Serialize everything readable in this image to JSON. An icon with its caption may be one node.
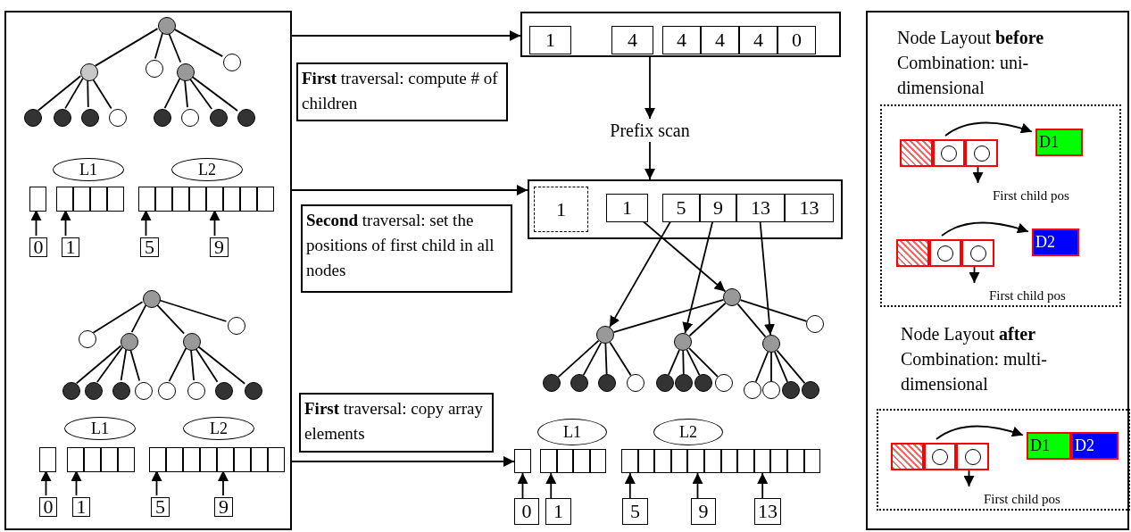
{
  "diagram": {
    "nodes": [
      {
        "text": [],
        "shape": "box"
      },
      {
        "text": [],
        "shape": "circle",
        "in": 0
      },
      {
        "text": [],
        "shape": "circle",
        "in": 0
      },
      {
        "text": [],
        "shape": "circle",
        "in": 0
      },
      {
        "text": [],
        "shape": "circle",
        "in": 0
      },
      {
        "text": [],
        "shape": "circle",
        "in": 0
      },
      {
        "text": [],
        "shape": "circle",
        "in": 0
      },
      {
        "text": [],
        "shape": "circle",
        "in": 0
      },
      {
        "text": [],
        "shape": "circle",
        "in": 0
      },
      {
        "text": [],
        "shape": "circle",
        "in": 0
      },
      {
        "text": [],
        "shape": "circle",
        "in": 0
      },
      {
        "text": [],
        "shape": "circle",
        "in": 0
      },
      {
        "text": [],
        "shape": "circle",
        "in": 0
      },
      {
        "text": [],
        "shape": "circle",
        "in": 0
      },
      {
        "text": [
          "L1"
        ],
        "in": 0
      },
      {
        "text": [
          "L2"
        ],
        "in": 0
      },
      {
        "text": [],
        "shape": "box",
        "in": 0
      },
      {
        "text": [],
        "shape": "box",
        "in": 0
      },
      {
        "text": [],
        "shape": "box",
        "in": 0
      },
      {
        "text": [],
        "shape": "box",
        "in": 0
      },
      {
        "text": [],
        "shape": "box",
        "in": 0
      },
      {
        "text": [],
        "shape": "box",
        "in": 0
      },
      {
        "text": [],
        "shape": "box",
        "in": 0
      },
      {
        "text": [],
        "shape": "box",
        "in": 0
      },
      {
        "text": [],
        "shape": "box",
        "in": 0
      },
      {
        "text": [],
        "shape": "box",
        "in": 0
      },
      {
        "text": [],
        "shape": "box",
        "in": 0
      },
      {
        "text": [],
        "shape": "box",
        "in": 0
      },
      {
        "text": [],
        "shape": "box",
        "in": 0
      },
      {
        "text": [
          "0"
        ],
        "in": 0
      },
      {
        "text": [
          "1"
        ],
        "in": 0
      },
      {
        "text": [
          "5"
        ],
        "in": 0
      },
      {
        "text": [
          "9"
        ],
        "in": 0
      },
      {
        "text": [],
        "shape": "circle",
        "in": 0
      },
      {
        "text": [],
        "shape": "circle",
        "in": 0
      },
      {
        "text": [],
        "shape": "circle",
        "in": 0
      },
      {
        "text": [],
        "shape": "circle",
        "in": 0
      },
      {
        "text": [],
        "shape": "circle",
        "in": 0
      },
      {
        "text": [],
        "shape": "circle",
        "in": 0
      },
      {
        "text": [],
        "shape": "circle",
        "in": 0
      },
      {
        "text": [],
        "shape": "circle",
        "in": 0
      },
      {
        "text": [],
        "shape": "circle",
        "in": 0
      },
      {
        "text": [],
        "shape": "circle",
        "in": 0
      },
      {
        "text": [],
        "shape": "circle",
        "in": 0
      },
      {
        "text": [],
        "shape": "circle",
        "in": 0
      },
      {
        "text": [],
        "shape": "circle",
        "in": 0
      },
      {
        "text": [
          "L1"
        ],
        "in": 0
      },
      {
        "text": [
          "L2"
        ],
        "in": 0
      },
      {
        "text": [],
        "shape": "box",
        "in": 0
      },
      {
        "text": [],
        "shape": "box",
        "in": 0
      },
      {
        "text": [],
        "shape": "box",
        "in": 0
      },
      {
        "text": [],
        "shape": "box",
        "in": 0
      },
      {
        "text": [],
        "shape": "box",
        "in": 0
      },
      {
        "text": [],
        "shape": "box",
        "in": 0
      },
      {
        "text": [],
        "shape": "box",
        "in": 0
      },
      {
        "text": [],
        "shape": "box",
        "in": 0
      },
      {
        "text": [],
        "shape": "box",
        "in": 0
      },
      {
        "text": [],
        "shape": "box",
        "in": 0
      },
      {
        "text": [],
        "shape": "box",
        "in": 0
      },
      {
        "text": [],
        "shape": "box",
        "in": 0
      },
      {
        "text": [],
        "shape": "box",
        "in": 0
      },
      {
        "text": [
          "0"
        ],
        "in": 0
      },
      {
        "text": [
          "1"
        ],
        "in": 0
      },
      {
        "text": [
          "5"
        ],
        "in": 0
      },
      {
        "text": [
          "9"
        ],
        "in": 0
      },
      {
        "text": [],
        "shape": "box"
      },
      {
        "text": [
          "1"
        ],
        "in": 65
      },
      {
        "text": [
          "4"
        ],
        "in": 65
      },
      {
        "text": [
          "4"
        ],
        "in": 65
      },
      {
        "text": [
          "4"
        ],
        "in": 65
      },
      {
        "text": [
          "4"
        ],
        "in": 65
      },
      {
        "text": [
          "0"
        ],
        "in": 65
      },
      {
        "text": [
          "**First** traversal: compute # of children"
        ]
      },
      {
        "text": [
          "Prefix scan"
        ]
      },
      {
        "text": [],
        "shape": "box"
      },
      {
        "text": [
          "1"
        ],
        "in": 74
      },
      {
        "text": [
          "1"
        ],
        "in": 74
      },
      {
        "text": [
          "5"
        ],
        "in": 74
      },
      {
        "text": [
          "9"
        ],
        "in": 74
      },
      {
        "text": [
          "13"
        ],
        "in": 74
      },
      {
        "text": [
          "13"
        ],
        "in": 74
      },
      {
        "text": [
          "**Second** traversal: set the positions of first child in all nodes"
        ]
      },
      {
        "text": [],
        "shape": "circle"
      },
      {
        "text": [],
        "shape": "circle"
      },
      {
        "text": [],
        "shape": "circle"
      },
      {
        "text": [],
        "shape": "circle"
      },
      {
        "text": [],
        "shape": "circle"
      },
      {
        "text": [],
        "shape": "circle"
      },
      {
        "text": [],
        "shape": "circle"
      },
      {
        "text": [],
        "shape": "circle"
      },
      {
        "text": [],
        "shape": "circle"
      },
      {
        "text": [],
        "shape": "circle"
      },
      {
        "text": [],
        "shape": "circle"
      },
      {
        "text": [],
        "shape": "circle"
      },
      {
        "text": [],
        "shape": "circle"
      },
      {
        "text": [],
        "shape": "circle"
      },
      {
        "text": [],
        "shape": "circle"
      },
      {
        "text": [],
        "shape": "circle"
      },
      {
        "text": [],
        "shape": "circle"
      },
      {
        "text": [
          "**First** traversal: copy array elements"
        ]
      },
      {
        "text": [
          "L1"
        ]
      },
      {
        "text": [
          "L2"
        ]
      },
      {
        "text": [],
        "shape": "box"
      },
      {
        "text": [],
        "shape": "box"
      },
      {
        "text": [],
        "shape": "box"
      },
      {
        "text": [],
        "shape": "box"
      },
      {
        "text": [],
        "shape": "box"
      },
      {
        "text": [],
        "shape": "box"
      },
      {
        "text": [],
        "shape": "box"
      },
      {
        "text": [],
        "shape": "box"
      },
      {
        "text": [],
        "shape": "box"
      },
      {
        "text": [],
        "shape": "box"
      },
      {
        "text": [],
        "shape": "box"
      },
      {
        "text": [],
        "shape": "box"
      },
      {
        "text": [],
        "shape": "box"
      },
      {
        "text": [],
        "shape": "box"
      },
      {
        "text": [],
        "shape": "box"
      },
      {
        "text": [],
        "shape": "box"
      },
      {
        "text": [],
        "shape": "box"
      },
      {
        "text": [
          "0"
        ]
      },
      {
        "text": [
          "1"
        ]
      },
      {
        "text": [
          "5"
        ]
      },
      {
        "text": [
          "9"
        ]
      },
      {
        "text": [
          "13"
        ]
      },
      {
        "text": [],
        "shape": "box"
      },
      {
        "text": [
          "Node Layout **before** Combination: uni-dimensional"
        ],
        "in": 124
      },
      {
        "text": [],
        "shape": "box",
        "in": 125
      },
      {
        "text": [],
        "shape": "box",
        "in": 125
      },
      {
        "text": [],
        "shape": "box",
        "in": 125
      },
      {
        "text": [
          "D1"
        ],
        "in": 125
      },
      {
        "text": [],
        "shape": "box",
        "in": 125
      },
      {
        "text": [],
        "shape": "box",
        "in": 125
      },
      {
        "text": [],
        "shape": "box",
        "in": 125
      },
      {
        "text": [
          "D2"
        ],
        "in": 125
      },
      {
        "text": [
          "Node Layout **after** Combination: multi-dimensional"
        ],
        "in": 124
      },
      {
        "text": [],
        "shape": "box",
        "in": 134
      },
      {
        "text": [],
        "shape": "box",
        "in": 134
      },
      {
        "text": [],
        "shape": "box",
        "in": 134
      },
      {
        "text": [
          "D1"
        ],
        "in": 134
      },
      {
        "text": [
          "D2"
        ],
        "in": 134
      },
      {
        "text": [
          "First child pos"
        ],
        "in": 125
      },
      {
        "text": [
          "First child pos"
        ],
        "in": 125
      },
      {
        "text": [
          "First child pos"
        ],
        "in": 134
      }
    ],
    "edges": [
      {
        "from": 1,
        "to": 2,
        "arrow": "none"
      },
      {
        "from": 1,
        "to": 3,
        "arrow": "none"
      },
      {
        "from": 1,
        "to": 4,
        "arrow": "none"
      },
      {
        "from": 1,
        "to": 5,
        "arrow": "none"
      },
      {
        "from": 2,
        "to": 6,
        "arrow": "none"
      },
      {
        "from": 2,
        "to": 7,
        "arrow": "none"
      },
      {
        "from": 2,
        "to": 8,
        "arrow": "none"
      },
      {
        "from": 2,
        "to": 9,
        "arrow": "none"
      },
      {
        "from": 4,
        "to": 10,
        "arrow": "none"
      },
      {
        "from": 4,
        "to": 11,
        "arrow": "none"
      },
      {
        "from": 4,
        "to": 12,
        "arrow": "none"
      },
      {
        "from": 4,
        "to": 13,
        "arrow": "none"
      },
      {
        "from": 29,
        "to": 16,
        "arrow": "to"
      },
      {
        "from": 30,
        "to": 17,
        "arrow": "to"
      },
      {
        "from": 31,
        "to": 21,
        "arrow": "to"
      },
      {
        "from": 32,
        "to": 25,
        "arrow": "to"
      },
      {
        "from": 33,
        "to": 34,
        "arrow": "none"
      },
      {
        "from": 33,
        "to": 35,
        "arrow": "none"
      },
      {
        "from": 33,
        "to": 36,
        "arrow": "none"
      },
      {
        "from": 33,
        "to": 37,
        "arrow": "none"
      },
      {
        "from": 35,
        "to": 38,
        "arrow": "none"
      },
      {
        "from": 35,
        "to": 39,
        "arrow": "none"
      },
      {
        "from": 35,
        "to": 40,
        "arrow": "none"
      },
      {
        "from": 35,
        "to": 41,
        "arrow": "none"
      },
      {
        "from": 36,
        "to": 42,
        "arrow": "none"
      },
      {
        "from": 36,
        "to": 43,
        "arrow": "none"
      },
      {
        "from": 36,
        "to": 44,
        "arrow": "none"
      },
      {
        "from": 36,
        "to": 45,
        "arrow": "none"
      },
      {
        "from": 61,
        "to": 48,
        "arrow": "to"
      },
      {
        "from": 62,
        "to": 49,
        "arrow": "to"
      },
      {
        "from": 63,
        "to": 53,
        "arrow": "to"
      },
      {
        "from": 64,
        "to": 57,
        "arrow": "to"
      },
      {
        "from": 0,
        "to": 65,
        "arrow": "to"
      },
      {
        "from": 65,
        "to": 73,
        "arrow": "to"
      },
      {
        "from": 73,
        "to": 74,
        "arrow": "to"
      },
      {
        "from": 0,
        "to": 74,
        "arrow": "to"
      },
      {
        "from": 76,
        "to": 82,
        "arrow": "to"
      },
      {
        "from": 77,
        "to": 83,
        "arrow": "to"
      },
      {
        "from": 78,
        "to": 84,
        "arrow": "to"
      },
      {
        "from": 79,
        "to": 85,
        "arrow": "to"
      },
      {
        "from": 82,
        "to": 83,
        "arrow": "none"
      },
      {
        "from": 82,
        "to": 84,
        "arrow": "none"
      },
      {
        "from": 82,
        "to": 85,
        "arrow": "none"
      },
      {
        "from": 82,
        "to": 86,
        "arrow": "none"
      },
      {
        "from": 83,
        "to": 87,
        "arrow": "none"
      },
      {
        "from": 83,
        "to": 88,
        "arrow": "none"
      },
      {
        "from": 83,
        "to": 89,
        "arrow": "none"
      },
      {
        "from": 83,
        "to": 90,
        "arrow": "none"
      },
      {
        "from": 84,
        "to": 91,
        "arrow": "none"
      },
      {
        "from": 84,
        "to": 92,
        "arrow": "none"
      },
      {
        "from": 84,
        "to": 93,
        "arrow": "none"
      },
      {
        "from": 84,
        "to": 94,
        "arrow": "none"
      },
      {
        "from": 85,
        "to": 95,
        "arrow": "none"
      },
      {
        "from": 85,
        "to": 96,
        "arrow": "none"
      },
      {
        "from": 85,
        "to": 97,
        "arrow": "none"
      },
      {
        "from": 85,
        "to": 98,
        "arrow": "none"
      },
      {
        "from": 0,
        "to": 102,
        "arrow": "to"
      },
      {
        "from": 119,
        "to": 102,
        "arrow": "to"
      },
      {
        "from": 120,
        "to": 103,
        "arrow": "to"
      },
      {
        "from": 121,
        "to": 107,
        "arrow": "to"
      },
      {
        "from": 122,
        "to": 111,
        "arrow": "to"
      },
      {
        "from": 123,
        "to": 115,
        "arrow": "to"
      },
      {
        "from": 127,
        "to": 129,
        "arrow": "to"
      },
      {
        "from": 128,
        "to": 140,
        "arrow": "to"
      },
      {
        "from": 131,
        "to": 133,
        "arrow": "to"
      },
      {
        "from": 132,
        "to": 141,
        "arrow": "to"
      },
      {
        "from": 136,
        "to": 138,
        "arrow": "to"
      },
      {
        "from": 137,
        "to": 142,
        "arrow": "to"
      }
    ]
  }
}
